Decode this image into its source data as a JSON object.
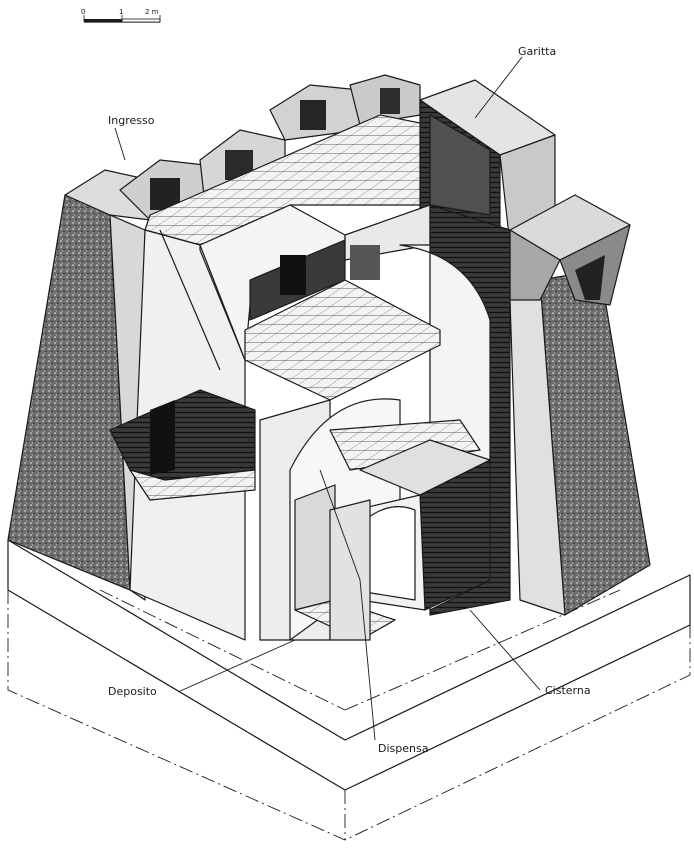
{
  "scale_bar": {
    "ticks": [
      "0",
      "1",
      "2 m"
    ]
  },
  "labels": {
    "ingresso": "Ingresso",
    "garitta": "Garitta",
    "deposito": "Deposito",
    "dispensa": "Dispensa",
    "cisterna": "Cisterna"
  },
  "colors": {
    "ink": "#1a1a1a",
    "wall_light": "#e6e6e6",
    "wall_mid": "#9a9a9a",
    "wall_dark": "#2e2e2e",
    "floor": "#f2f2f2",
    "paper": "#ffffff"
  }
}
